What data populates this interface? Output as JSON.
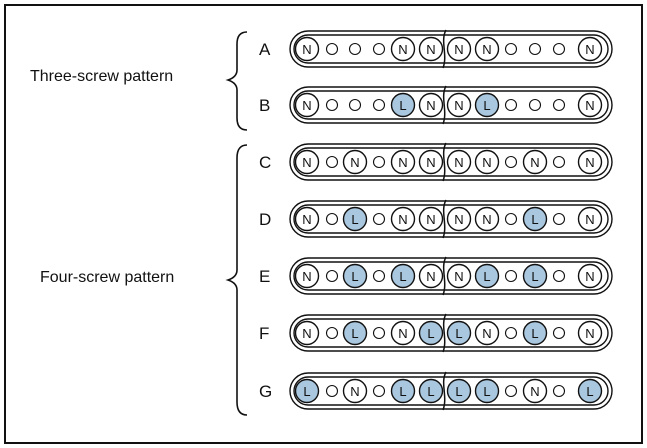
{
  "groups": [
    {
      "label": "Three-screw pattern",
      "rows": [
        "A",
        "B"
      ]
    },
    {
      "label": "Four-screw pattern",
      "rows": [
        "C",
        "D",
        "E",
        "F",
        "G"
      ]
    }
  ],
  "legend": {
    "N": "N",
    "L": "L"
  },
  "colors": {
    "locking": "#a9c8e0",
    "outline": "#111111",
    "background": "#ffffff"
  },
  "rows": [
    {
      "letter": "A",
      "holes": [
        "N",
        "o",
        "o",
        "o",
        "N",
        "N",
        "N",
        "N",
        "o",
        "o",
        "o",
        "N"
      ]
    },
    {
      "letter": "B",
      "holes": [
        "N",
        "o",
        "o",
        "o",
        "L",
        "N",
        "N",
        "L",
        "o",
        "o",
        "o",
        "N"
      ]
    },
    {
      "letter": "C",
      "holes": [
        "N",
        "o",
        "N",
        "o",
        "N",
        "N",
        "N",
        "N",
        "o",
        "N",
        "o",
        "N"
      ]
    },
    {
      "letter": "D",
      "holes": [
        "N",
        "o",
        "L",
        "o",
        "N",
        "N",
        "N",
        "N",
        "o",
        "L",
        "o",
        "N"
      ]
    },
    {
      "letter": "E",
      "holes": [
        "N",
        "o",
        "L",
        "o",
        "L",
        "N",
        "N",
        "L",
        "o",
        "L",
        "o",
        "N"
      ]
    },
    {
      "letter": "F",
      "holes": [
        "N",
        "o",
        "L",
        "o",
        "N",
        "L",
        "L",
        "N",
        "o",
        "L",
        "o",
        "N"
      ]
    },
    {
      "letter": "G",
      "holes": [
        "L",
        "o",
        "N",
        "o",
        "L",
        "L",
        "L",
        "L",
        "o",
        "N",
        "o",
        "L"
      ]
    }
  ]
}
